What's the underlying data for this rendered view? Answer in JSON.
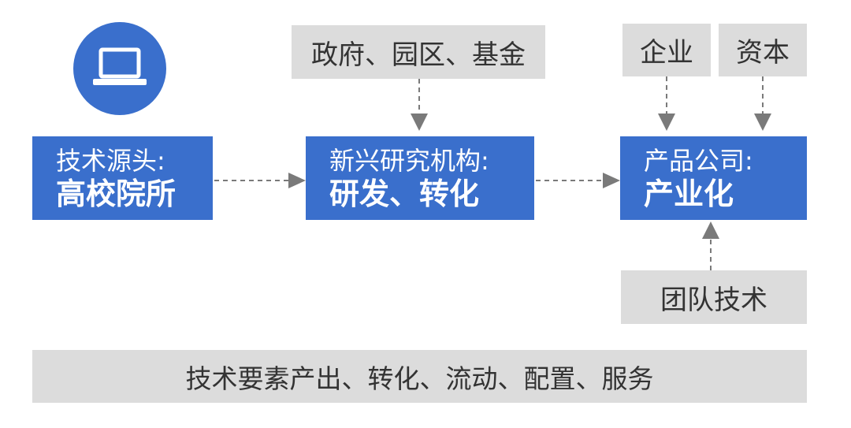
{
  "source_box": {
    "label": "技术源头:",
    "title": "高校院所"
  },
  "institute_box": {
    "label": "新兴研究机构:",
    "title": "研发、转化"
  },
  "product_box": {
    "label": "产品公司:",
    "title": "产业化"
  },
  "inputs": {
    "government": "政府、园区、基金",
    "enterprise": "企业",
    "capital": "资本",
    "team": "团队技术"
  },
  "footer": {
    "text": "技术要素产出、转化、流动、配置、服务"
  },
  "icons": {
    "source_icon": "laptop-icon"
  },
  "colors": {
    "primary_blue": "#3a6fcc",
    "gray_box": "#dcdcdc",
    "arrow": "#7a7a7a"
  }
}
